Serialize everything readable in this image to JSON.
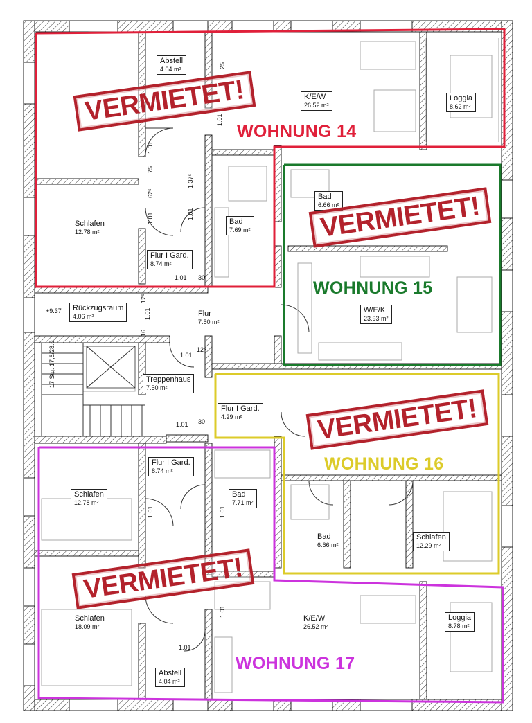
{
  "colors": {
    "w14": "#e0203a",
    "w15": "#1a7a2c",
    "w16": "#dccb2a",
    "w17": "#cc33dd",
    "stamp": "#b3222c"
  },
  "stamp_text": "VERMIETET!",
  "apartments": {
    "w14": "WOHNUNG 14",
    "w15": "WOHNUNG 15",
    "w16": "WOHNUNG 16",
    "w17": "WOHNUNG 17"
  },
  "rooms": {
    "abstell_top": {
      "name": "Abstell",
      "area": "4.04 m²"
    },
    "kew_top": {
      "name": "K/E/W",
      "area": "26.52 m²"
    },
    "loggia_top": {
      "name": "Loggia",
      "area": "8.62 m²"
    },
    "schlafen_w14": {
      "name": "Schlafen",
      "area": "12.78 m²"
    },
    "bad_w14": {
      "name": "Bad",
      "area": "7.69 m²"
    },
    "flur_gard_w14": {
      "name": "Flur I Gard.",
      "area": "8.74 m²"
    },
    "bad_w15": {
      "name": "Bad",
      "area": "6.66 m²"
    },
    "wek_w15": {
      "name": "W/E/K",
      "area": "23.93 m²"
    },
    "rueckzug": {
      "name": "Rückzugsraum",
      "area": "4.06 m²"
    },
    "flur_center": {
      "name": "Flur",
      "area": "7.50 m²"
    },
    "treppenhaus": {
      "name": "Treppenhaus",
      "area": "7.50 m²"
    },
    "flur_gard_w16": {
      "name": "Flur I Gard.",
      "area": "4.29 m²"
    },
    "flur_gard_w17": {
      "name": "Flur I Gard.",
      "area": "8.74 m²"
    },
    "schlafen_w17a": {
      "name": "Schlafen",
      "area": "12.78 m²"
    },
    "bad_w17": {
      "name": "Bad",
      "area": "7.71 m²"
    },
    "bad_w16": {
      "name": "Bad",
      "area": "6.66 m²"
    },
    "schlafen_w16": {
      "name": "Schlafen",
      "area": "12.29 m²"
    },
    "schlafen_w17b": {
      "name": "Schlafen",
      "area": "18.09 m²"
    },
    "kew_bottom": {
      "name": "K/E/W",
      "area": "26.52 m²"
    },
    "loggia_bottom": {
      "name": "Loggia",
      "area": "8.78 m²"
    },
    "abstell_bottom": {
      "name": "Abstell",
      "area": "4.04 m²"
    }
  },
  "dims": {
    "d_101_a": "1.01",
    "d_101_b": "1.01",
    "d_101_c": "1.01",
    "d_101_d": "1.01",
    "d_101_e": "1.01",
    "d_101_f": "1.01",
    "d_101_g": "1.01",
    "d_101_h": "1.01",
    "d_101_i": "1.01",
    "d_101_j": "1.01",
    "d_101_k": "1.01",
    "d_101_l": "1.01",
    "d_75": "75",
    "d_625": "62⁵",
    "d_137": "1.37⁵",
    "d_30a": "30",
    "d_30b": "30",
    "d_25": "25",
    "d_12a": "12⁵",
    "d_12b": "12⁵",
    "d_16": "16",
    "level": "+9.37",
    "stairs": "17 Stg. 17,6/28.0"
  }
}
